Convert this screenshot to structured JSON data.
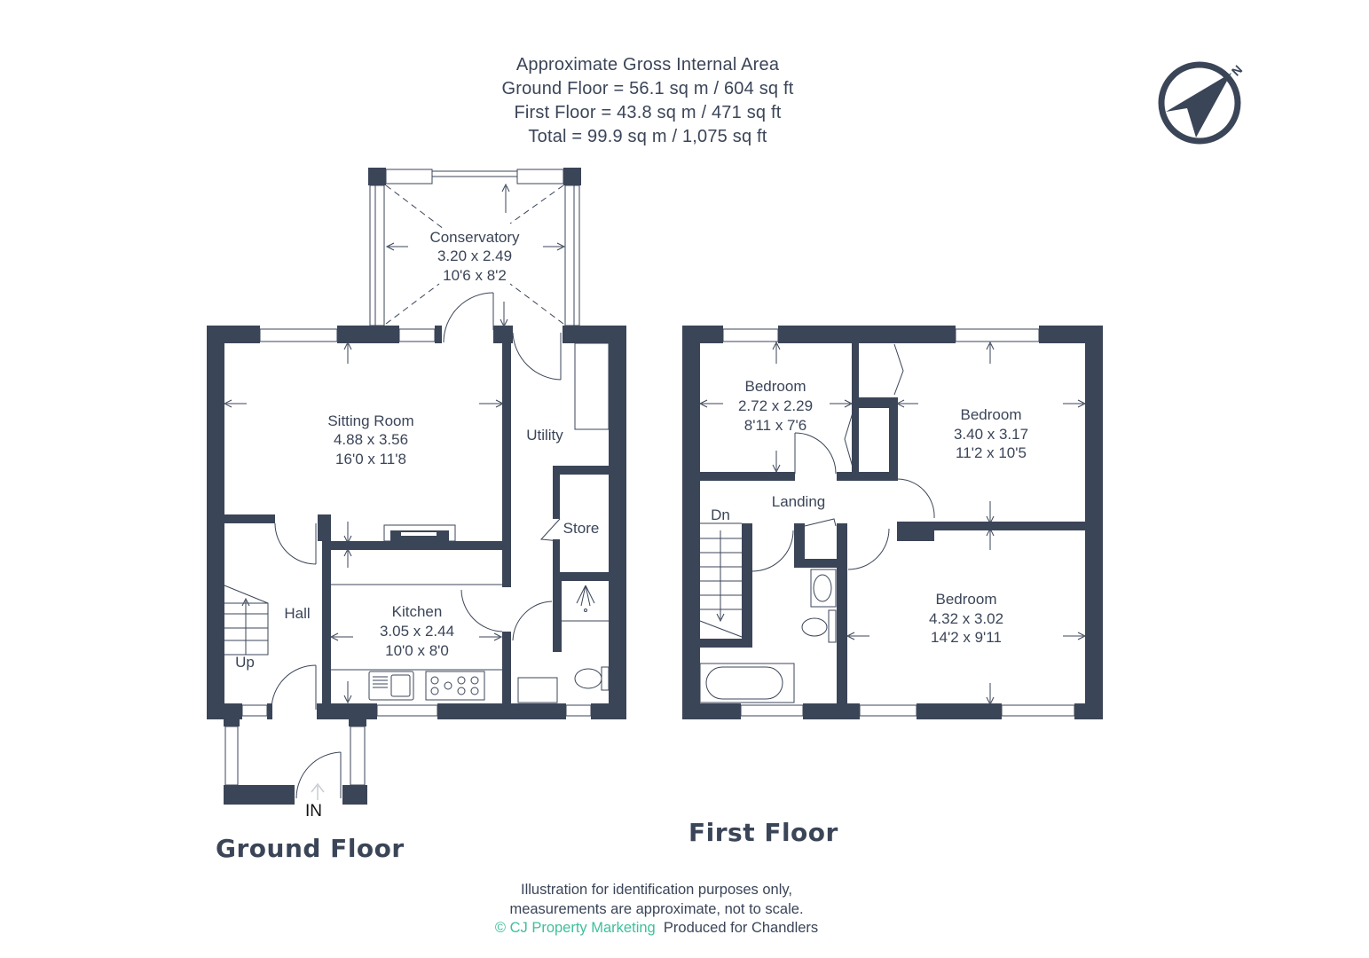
{
  "header": {
    "title": "Approximate Gross Internal Area",
    "ground_floor_area": "Ground Floor = 56.1 sq m / 604 sq ft",
    "first_floor_area": "First Floor = 43.8 sq m / 471 sq ft",
    "total_area": "Total = 99.9 sq m / 1,075 sq ft"
  },
  "compass": {
    "icon": "north-compass-icon",
    "label": "N"
  },
  "ground_floor": {
    "label": "Ground Floor",
    "entrance_label": "IN",
    "rooms": [
      {
        "name": "Conservatory",
        "metric": "3.20 x 2.49",
        "imperial": "10'6 x 8'2"
      },
      {
        "name": "Sitting Room",
        "metric": "4.88 x 3.56",
        "imperial": "16'0 x 11'8"
      },
      {
        "name": "Kitchen",
        "metric": "3.05 x 2.44",
        "imperial": "10'0 x 8'0"
      },
      {
        "name": "Utility"
      },
      {
        "name": "Store"
      },
      {
        "name": "Hall"
      },
      {
        "name": "Up"
      }
    ]
  },
  "first_floor": {
    "label": "First Floor",
    "rooms": [
      {
        "name": "Bedroom",
        "metric": "2.72 x 2.29",
        "imperial": "8'11 x 7'6"
      },
      {
        "name": "Bedroom",
        "metric": "3.40 x 3.17",
        "imperial": "11'2 x 10'5"
      },
      {
        "name": "Bedroom",
        "metric": "4.32 x 3.02",
        "imperial": "14'2 x 9'11"
      },
      {
        "name": "Landing"
      },
      {
        "name": "Dn"
      }
    ]
  },
  "footer": {
    "line1": "Illustration for identification purposes only,",
    "line2": "measurements are approximate, not to scale.",
    "brand": "© CJ Property Marketing",
    "produced_for": "Produced for Chandlers"
  },
  "colors": {
    "wall": "#3b4558",
    "text": "#3b4558",
    "brand": "#3fbf9a",
    "background": "#ffffff"
  }
}
